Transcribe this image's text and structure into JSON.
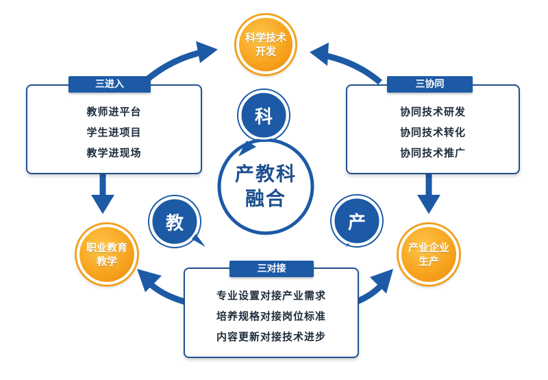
{
  "center": {
    "line1": "产教科",
    "line2": "融合"
  },
  "nodes": {
    "top": {
      "line1": "科学技术",
      "line2": "开发"
    },
    "left": {
      "line1": "职业教育",
      "line2": "教学"
    },
    "right": {
      "line1": "产业企业",
      "line2": "生产"
    }
  },
  "bubbles": {
    "ke": "科",
    "jiao": "教",
    "chan": "产"
  },
  "boxes": {
    "left": {
      "title": "三进入",
      "items": [
        "教师进平台",
        "学生进项目",
        "教学进现场"
      ]
    },
    "right": {
      "title": "三协同",
      "items": [
        "协同技术研发",
        "协同技术转化",
        "协同技术推广"
      ]
    },
    "bottom": {
      "title": "三对接",
      "items": [
        "专业设置对接产业需求",
        "培养规格对接岗位标准",
        "内容更新对接技术进步"
      ]
    }
  },
  "colors": {
    "blue": "#1c5aa6",
    "orange": "#f6a21c",
    "dark_blue": "#1c4f8f"
  }
}
